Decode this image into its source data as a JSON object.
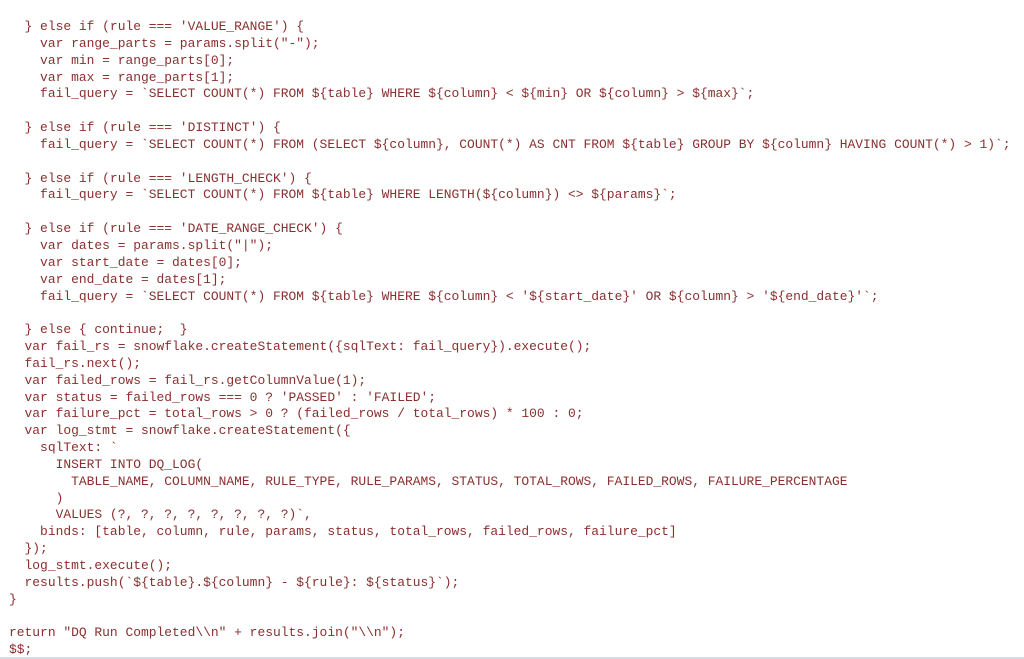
{
  "code": {
    "text_color": "#8a2f2f",
    "lines": [
      "  } else if (rule === 'VALUE_RANGE') {",
      "    var range_parts = params.split(\"-\");",
      "    var min = range_parts[0];",
      "    var max = range_parts[1];",
      "    fail_query = `SELECT COUNT(*) FROM ${table} WHERE ${column} < ${min} OR ${column} > ${max}`;",
      "",
      "  } else if (rule === 'DISTINCT') {",
      "    fail_query = `SELECT COUNT(*) FROM (SELECT ${column}, COUNT(*) AS CNT FROM ${table} GROUP BY ${column} HAVING COUNT(*) > 1)`;",
      "",
      "  } else if (rule === 'LENGTH_CHECK') {",
      "    fail_query = `SELECT COUNT(*) FROM ${table} WHERE LENGTH(${column}) <> ${params}`;",
      "",
      "  } else if (rule === 'DATE_RANGE_CHECK') {",
      "    var dates = params.split(\"|\");",
      "    var start_date = dates[0];",
      "    var end_date = dates[1];",
      "    fail_query = `SELECT COUNT(*) FROM ${table} WHERE ${column} < '${start_date}' OR ${column} > '${end_date}'`;",
      "",
      "  } else { continue;  }",
      "  var fail_rs = snowflake.createStatement({sqlText: fail_query}).execute();",
      "  fail_rs.next();",
      "  var failed_rows = fail_rs.getColumnValue(1);",
      "  var status = failed_rows === 0 ? 'PASSED' : 'FAILED';",
      "  var failure_pct = total_rows > 0 ? (failed_rows / total_rows) * 100 : 0;",
      "  var log_stmt = snowflake.createStatement({",
      "    sqlText: `",
      "      INSERT INTO DQ_LOG(",
      "        TABLE_NAME, COLUMN_NAME, RULE_TYPE, RULE_PARAMS, STATUS, TOTAL_ROWS, FAILED_ROWS, FAILURE_PERCENTAGE",
      "      )",
      "      VALUES (?, ?, ?, ?, ?, ?, ?, ?)`,",
      "    binds: [table, column, rule, params, status, total_rows, failed_rows, failure_pct]",
      "  });",
      "  log_stmt.execute();",
      "  results.push(`${table}.${column} - ${rule}: ${status}`);",
      "}",
      "",
      "return \"DQ Run Completed\\\\n\" + results.join(\"\\\\n\");",
      "$$;"
    ]
  }
}
